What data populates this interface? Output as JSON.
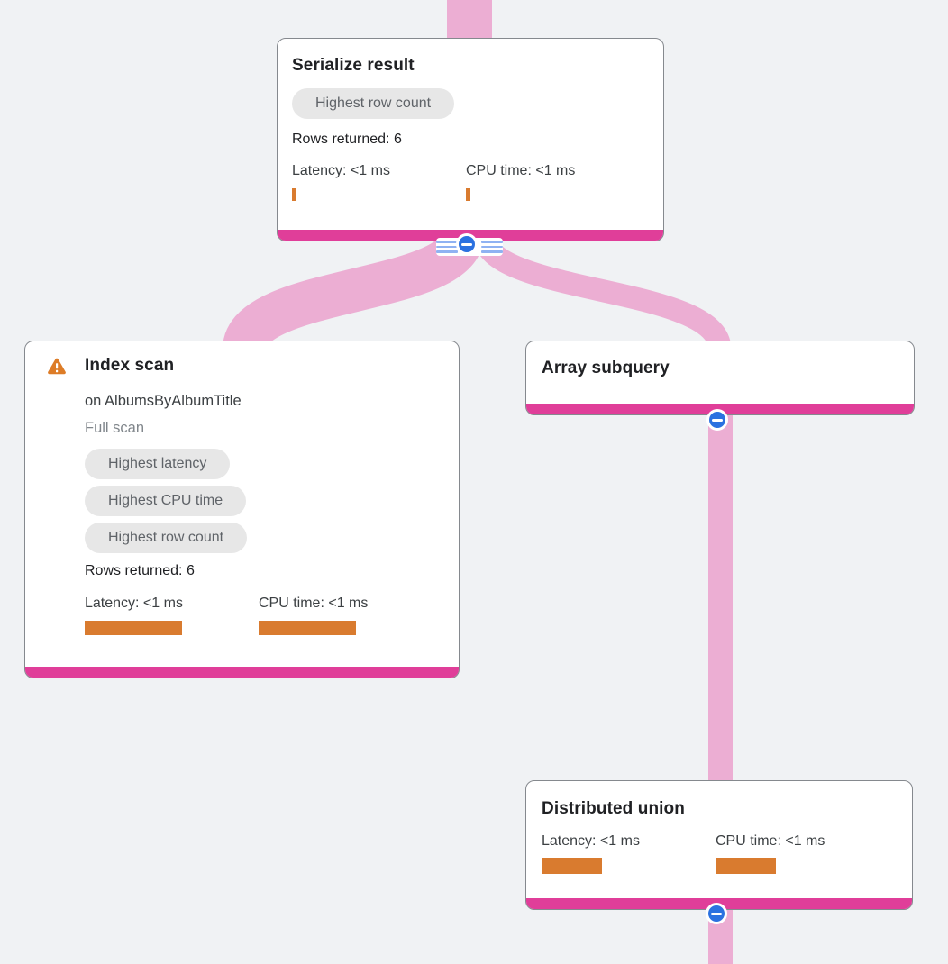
{
  "theme": {
    "canvas-bg": "#f0f2f4",
    "edge-pink": "#ecaed3",
    "accent-pink": "#e03e99",
    "bar-orange": "#d97b2f",
    "warning-orange": "#dd7c27",
    "button-blue": "#2b71e0",
    "stripe-blue": "#8fb2f2",
    "badge-bg": "#e7e7e7",
    "badge-text": "#5f6368",
    "title-text": "#202124",
    "body-text": "#3c4043",
    "muted-text": "#80868b",
    "node-border": "#85898e"
  },
  "nodes": {
    "serialize": {
      "title": "Serialize result",
      "badges": [
        "Highest row count"
      ],
      "rows_returned": "Rows returned: 6",
      "latency": "Latency: <1 ms",
      "cpu": "CPU time: <1 ms"
    },
    "index_scan": {
      "title": "Index scan",
      "subtitle": "on AlbumsByAlbumTitle",
      "scan_type": "Full scan",
      "badges": [
        "Highest latency",
        "Highest CPU time",
        "Highest row count"
      ],
      "rows_returned": "Rows returned: 6",
      "latency": "Latency: <1 ms",
      "cpu": "CPU time: <1 ms"
    },
    "array_subquery": {
      "title": "Array subquery"
    },
    "distributed_union": {
      "title": "Distributed union",
      "latency": "Latency: <1 ms",
      "cpu": "CPU time: <1 ms"
    }
  },
  "icons": {
    "warning": "triangle-exclamation",
    "collapse": "minus-circle"
  },
  "edges": [
    {
      "from": "offscreen-parent",
      "to": "serialize"
    },
    {
      "from": "serialize",
      "to": "index_scan"
    },
    {
      "from": "serialize",
      "to": "array_subquery"
    },
    {
      "from": "array_subquery",
      "to": "distributed_union"
    },
    {
      "from": "distributed_union",
      "to": "offscreen-child"
    }
  ]
}
